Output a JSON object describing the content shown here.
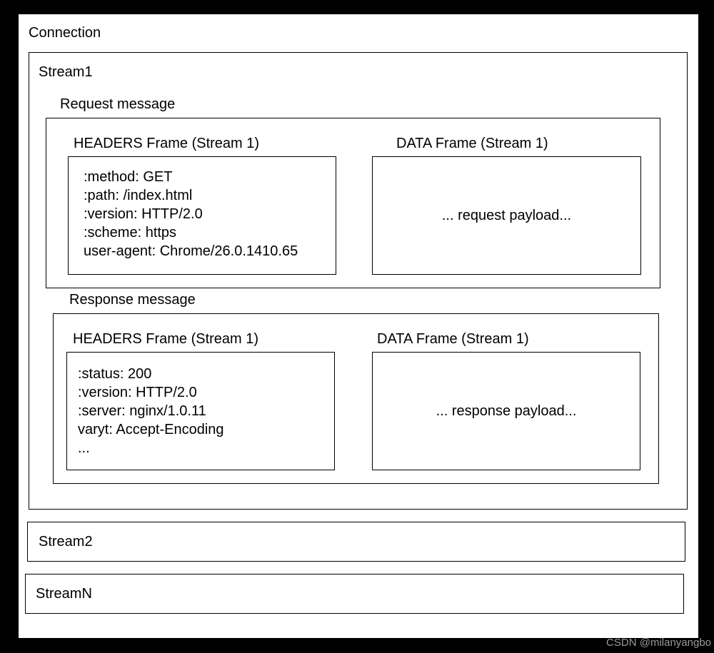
{
  "connection": {
    "label": "Connection",
    "stream1": {
      "label": "Stream1",
      "request": {
        "label": "Request message",
        "headers_frame": {
          "title": "HEADERS Frame (Stream 1)",
          "lines": [
            ":method: GET",
            ":path: /index.html",
            ":version: HTTP/2.0",
            ":scheme: https",
            "user-agent: Chrome/26.0.1410.65"
          ]
        },
        "data_frame": {
          "title": "DATA Frame (Stream 1)",
          "payload": "... request payload..."
        }
      },
      "response": {
        "label": "Response message",
        "headers_frame": {
          "title": "HEADERS Frame (Stream 1)",
          "lines": [
            ":status: 200",
            ":version: HTTP/2.0",
            ":server: nginx/1.0.11",
            "varyt: Accept-Encoding",
            "..."
          ]
        },
        "data_frame": {
          "title": "DATA Frame (Stream 1)",
          "payload": "... response payload..."
        }
      }
    },
    "stream2": {
      "label": "Stream2"
    },
    "streamN": {
      "label": "StreamN"
    }
  },
  "watermark": "CSDN @milanyangbo"
}
